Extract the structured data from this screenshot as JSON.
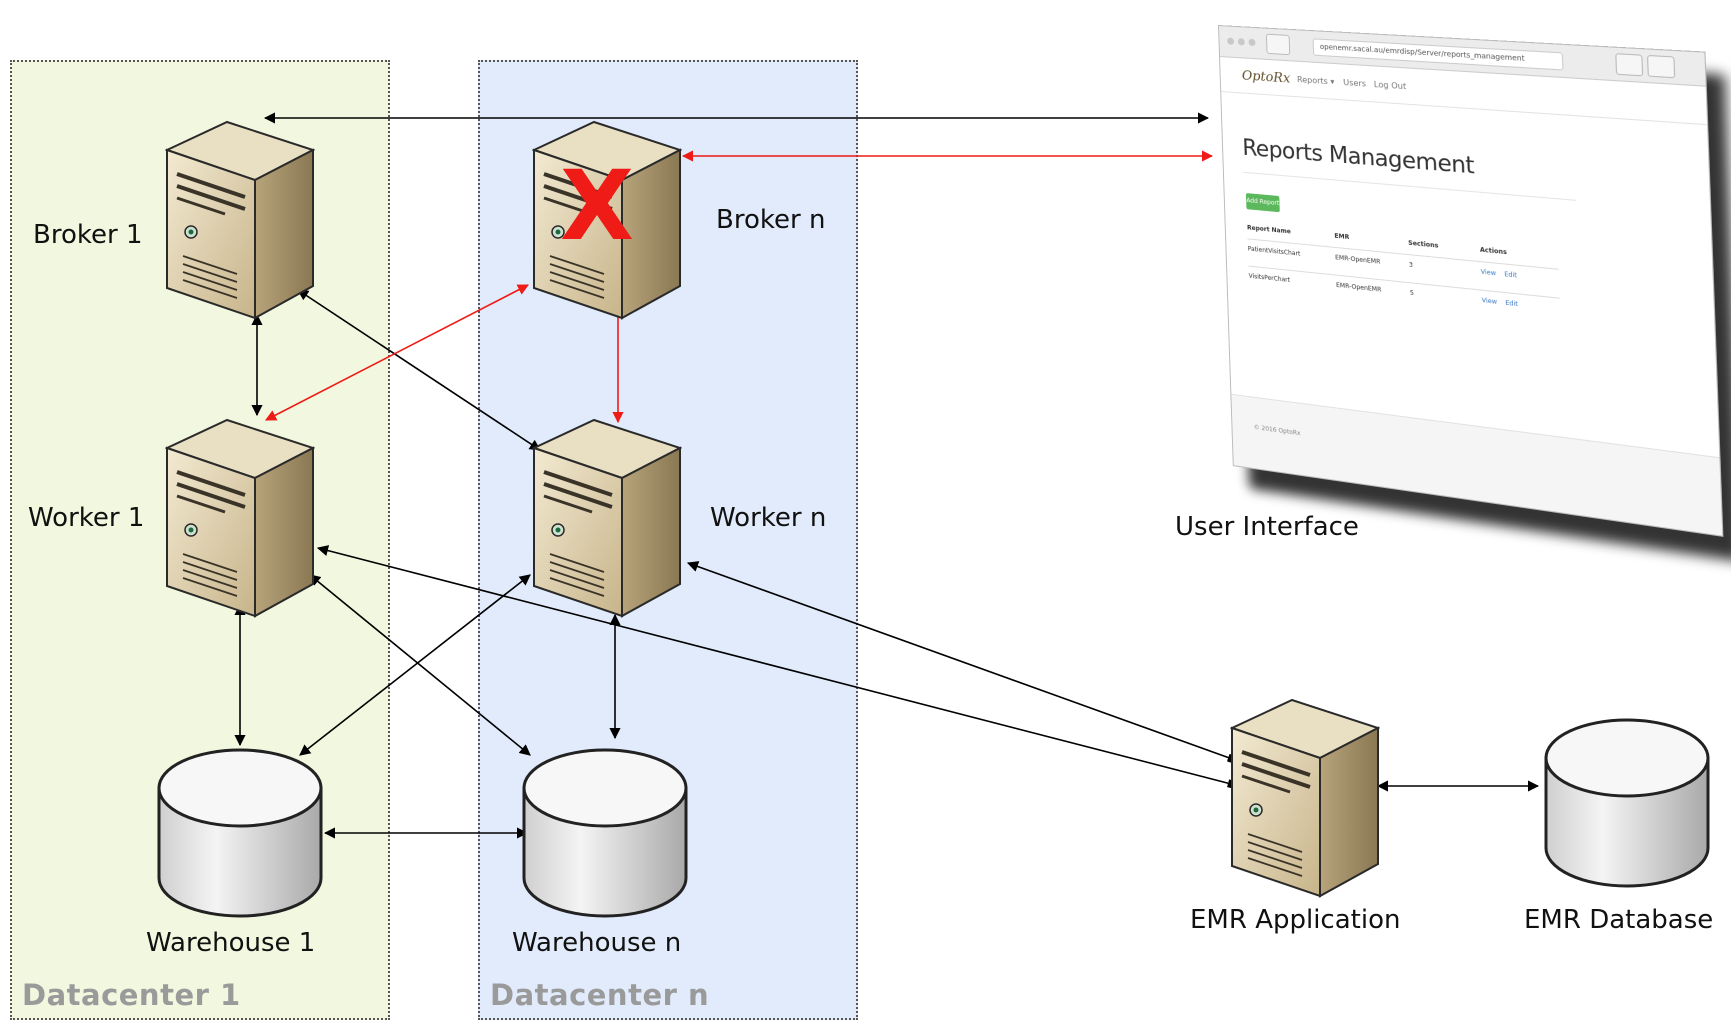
{
  "datacenters": [
    {
      "label": "Datacenter 1"
    },
    {
      "label": "Datacenter n"
    }
  ],
  "nodes": {
    "broker1": "Broker 1",
    "brokern": "Broker n",
    "worker1": "Worker 1",
    "workern": "Worker n",
    "warehouse1": "Warehouse 1",
    "warehousen": "Warehouse n",
    "emr_app": "EMR Application",
    "emr_db": "EMR Database",
    "user_interface": "User Interface"
  },
  "failure_mark": "X",
  "colors": {
    "datacenter1_bg": "#f2f7df",
    "datacentern_bg": "#e1ebfb",
    "normal_link": "#000000",
    "failover_link": "#ee1b16",
    "label_gray": "#9a9a9a"
  },
  "ui_screenshot": {
    "url": "openemr.sacal.au/emrdisp/Server/reports_management",
    "logo": "OptoRx",
    "nav": [
      "Reports ▾",
      "Users",
      "Log Out"
    ],
    "heading": "Reports Management",
    "add_button": "Add Report",
    "columns": [
      "Report Name",
      "EMR",
      "Sections",
      "Actions"
    ],
    "rows": [
      {
        "name": "PatientVisitsChart",
        "emr": "EMR-OpenEMR",
        "sections": "3",
        "view": "View",
        "edit": "Edit"
      },
      {
        "name": "VisitsPerChart",
        "emr": "EMR-OpenEMR",
        "sections": "5",
        "view": "View",
        "edit": "Edit"
      }
    ],
    "footer": "© 2016 OptoRx"
  }
}
